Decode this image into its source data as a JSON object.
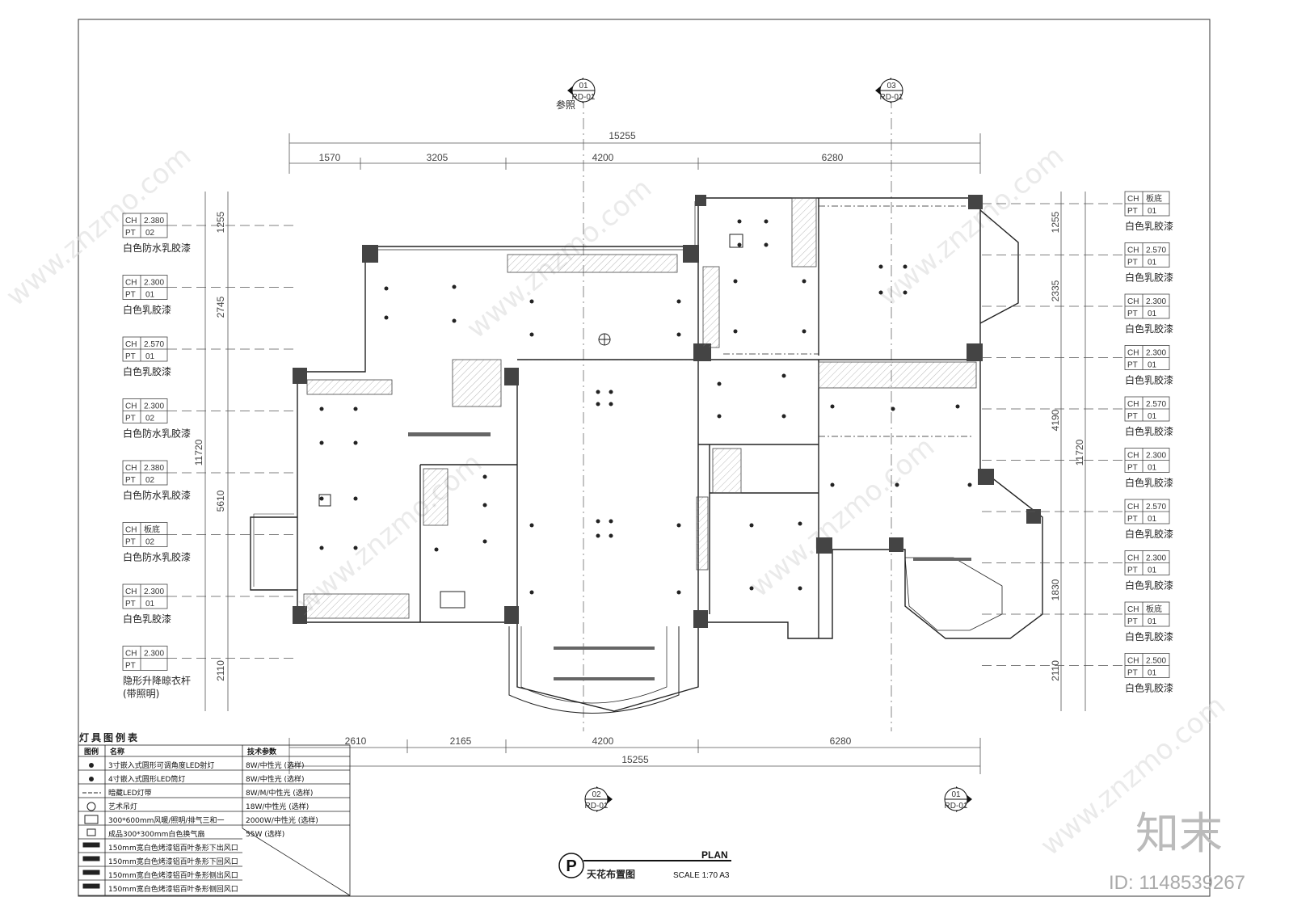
{
  "top_dims": {
    "total": "15255",
    "segments": [
      "1570",
      "3205",
      "4200",
      "6280"
    ]
  },
  "bottom_dims": {
    "total": "15255",
    "segments": [
      "2610",
      "2165",
      "4200",
      "6280"
    ]
  },
  "left_dims": {
    "total": "11720",
    "segments": [
      "1255",
      "2745",
      "5610",
      "2110"
    ]
  },
  "right_dims": {
    "total": "11720",
    "segments": [
      "1255",
      "2335",
      "4190",
      "1830",
      "2110"
    ]
  },
  "section_marks": {
    "top_left": {
      "num": "01",
      "ref": "RD-01",
      "note": "参照"
    },
    "top_right": {
      "num": "03",
      "ref": "RD-01"
    },
    "bottom_left": {
      "num": "02",
      "ref": "RD-01"
    },
    "bottom_right": {
      "num": "01",
      "ref": "RD-01"
    }
  },
  "left_tags": [
    {
      "ch": "2.380",
      "pt": "02",
      "label": "白色防水乳胶漆"
    },
    {
      "ch": "2.300",
      "pt": "01",
      "label": "白色乳胶漆"
    },
    {
      "ch": "2.570",
      "pt": "01",
      "label": "白色乳胶漆"
    },
    {
      "ch": "2.300",
      "pt": "02",
      "label": "白色防水乳胶漆"
    },
    {
      "ch": "2.380",
      "pt": "02",
      "label": "白色防水乳胶漆"
    },
    {
      "ch": "板底",
      "pt": "02",
      "label": "白色防水乳胶漆"
    },
    {
      "ch": "2.300",
      "pt": "01",
      "label": "白色乳胶漆"
    },
    {
      "ch": "2.300",
      "pt": "",
      "label": "隐形升降晾衣杆",
      "label2": "(带照明)"
    }
  ],
  "right_tags": [
    {
      "ch": "板底",
      "pt": "01",
      "label": "白色乳胶漆"
    },
    {
      "ch": "2.570",
      "pt": "01",
      "label": "白色乳胶漆"
    },
    {
      "ch": "2.300",
      "pt": "01",
      "label": "白色乳胶漆"
    },
    {
      "ch": "2.300",
      "pt": "01",
      "label": "白色乳胶漆"
    },
    {
      "ch": "2.570",
      "pt": "01",
      "label": "白色乳胶漆"
    },
    {
      "ch": "2.300",
      "pt": "01",
      "label": "白色乳胶漆"
    },
    {
      "ch": "2.570",
      "pt": "01",
      "label": "白色乳胶漆"
    },
    {
      "ch": "2.300",
      "pt": "01",
      "label": "白色乳胶漆"
    },
    {
      "ch": "板底",
      "pt": "01",
      "label": "白色乳胶漆"
    },
    {
      "ch": "2.500",
      "pt": "01",
      "label": "白色乳胶漆"
    }
  ],
  "legend": {
    "title": "灯具图例表",
    "headers": [
      "图例",
      "名称",
      "技术参数"
    ],
    "rows": [
      {
        "name": "3寸嵌入式圆形可调角度LED射灯",
        "spec": "8W/中性光 (选样)"
      },
      {
        "name": "4寸嵌入式圆形LED筒灯",
        "spec": "8W/中性光 (选样)"
      },
      {
        "name": "暗藏LED灯带",
        "spec": "8W/M/中性光 (选样)"
      },
      {
        "name": "艺术吊灯",
        "spec": "18W/中性光 (选样)"
      },
      {
        "name": "300*600mm风暖/照明/排气三和一",
        "spec": "2000W/中性光 (选样)"
      },
      {
        "name": "成品300*300mm白色换气扇",
        "spec": "55W (选样)"
      },
      {
        "name": "150mm宽白色烤漆铝百叶条形下出风口",
        "spec": ""
      },
      {
        "name": "150mm宽白色烤漆铝百叶条形下回风口",
        "spec": ""
      },
      {
        "name": "150mm宽白色烤漆铝百叶条形侧出风口",
        "spec": ""
      },
      {
        "name": "150mm宽白色烤漆铝百叶条形侧回风口",
        "spec": ""
      }
    ]
  },
  "title_block": {
    "mark": "P",
    "title": "天花布置图",
    "plan": "PLAN",
    "scale": "SCALE 1:70  A3"
  },
  "watermark": {
    "brand": "知末",
    "id": "ID: 1148539267",
    "site": "www.znzmo.com"
  },
  "labels": {
    "ch": "CH",
    "pt": "PT"
  }
}
